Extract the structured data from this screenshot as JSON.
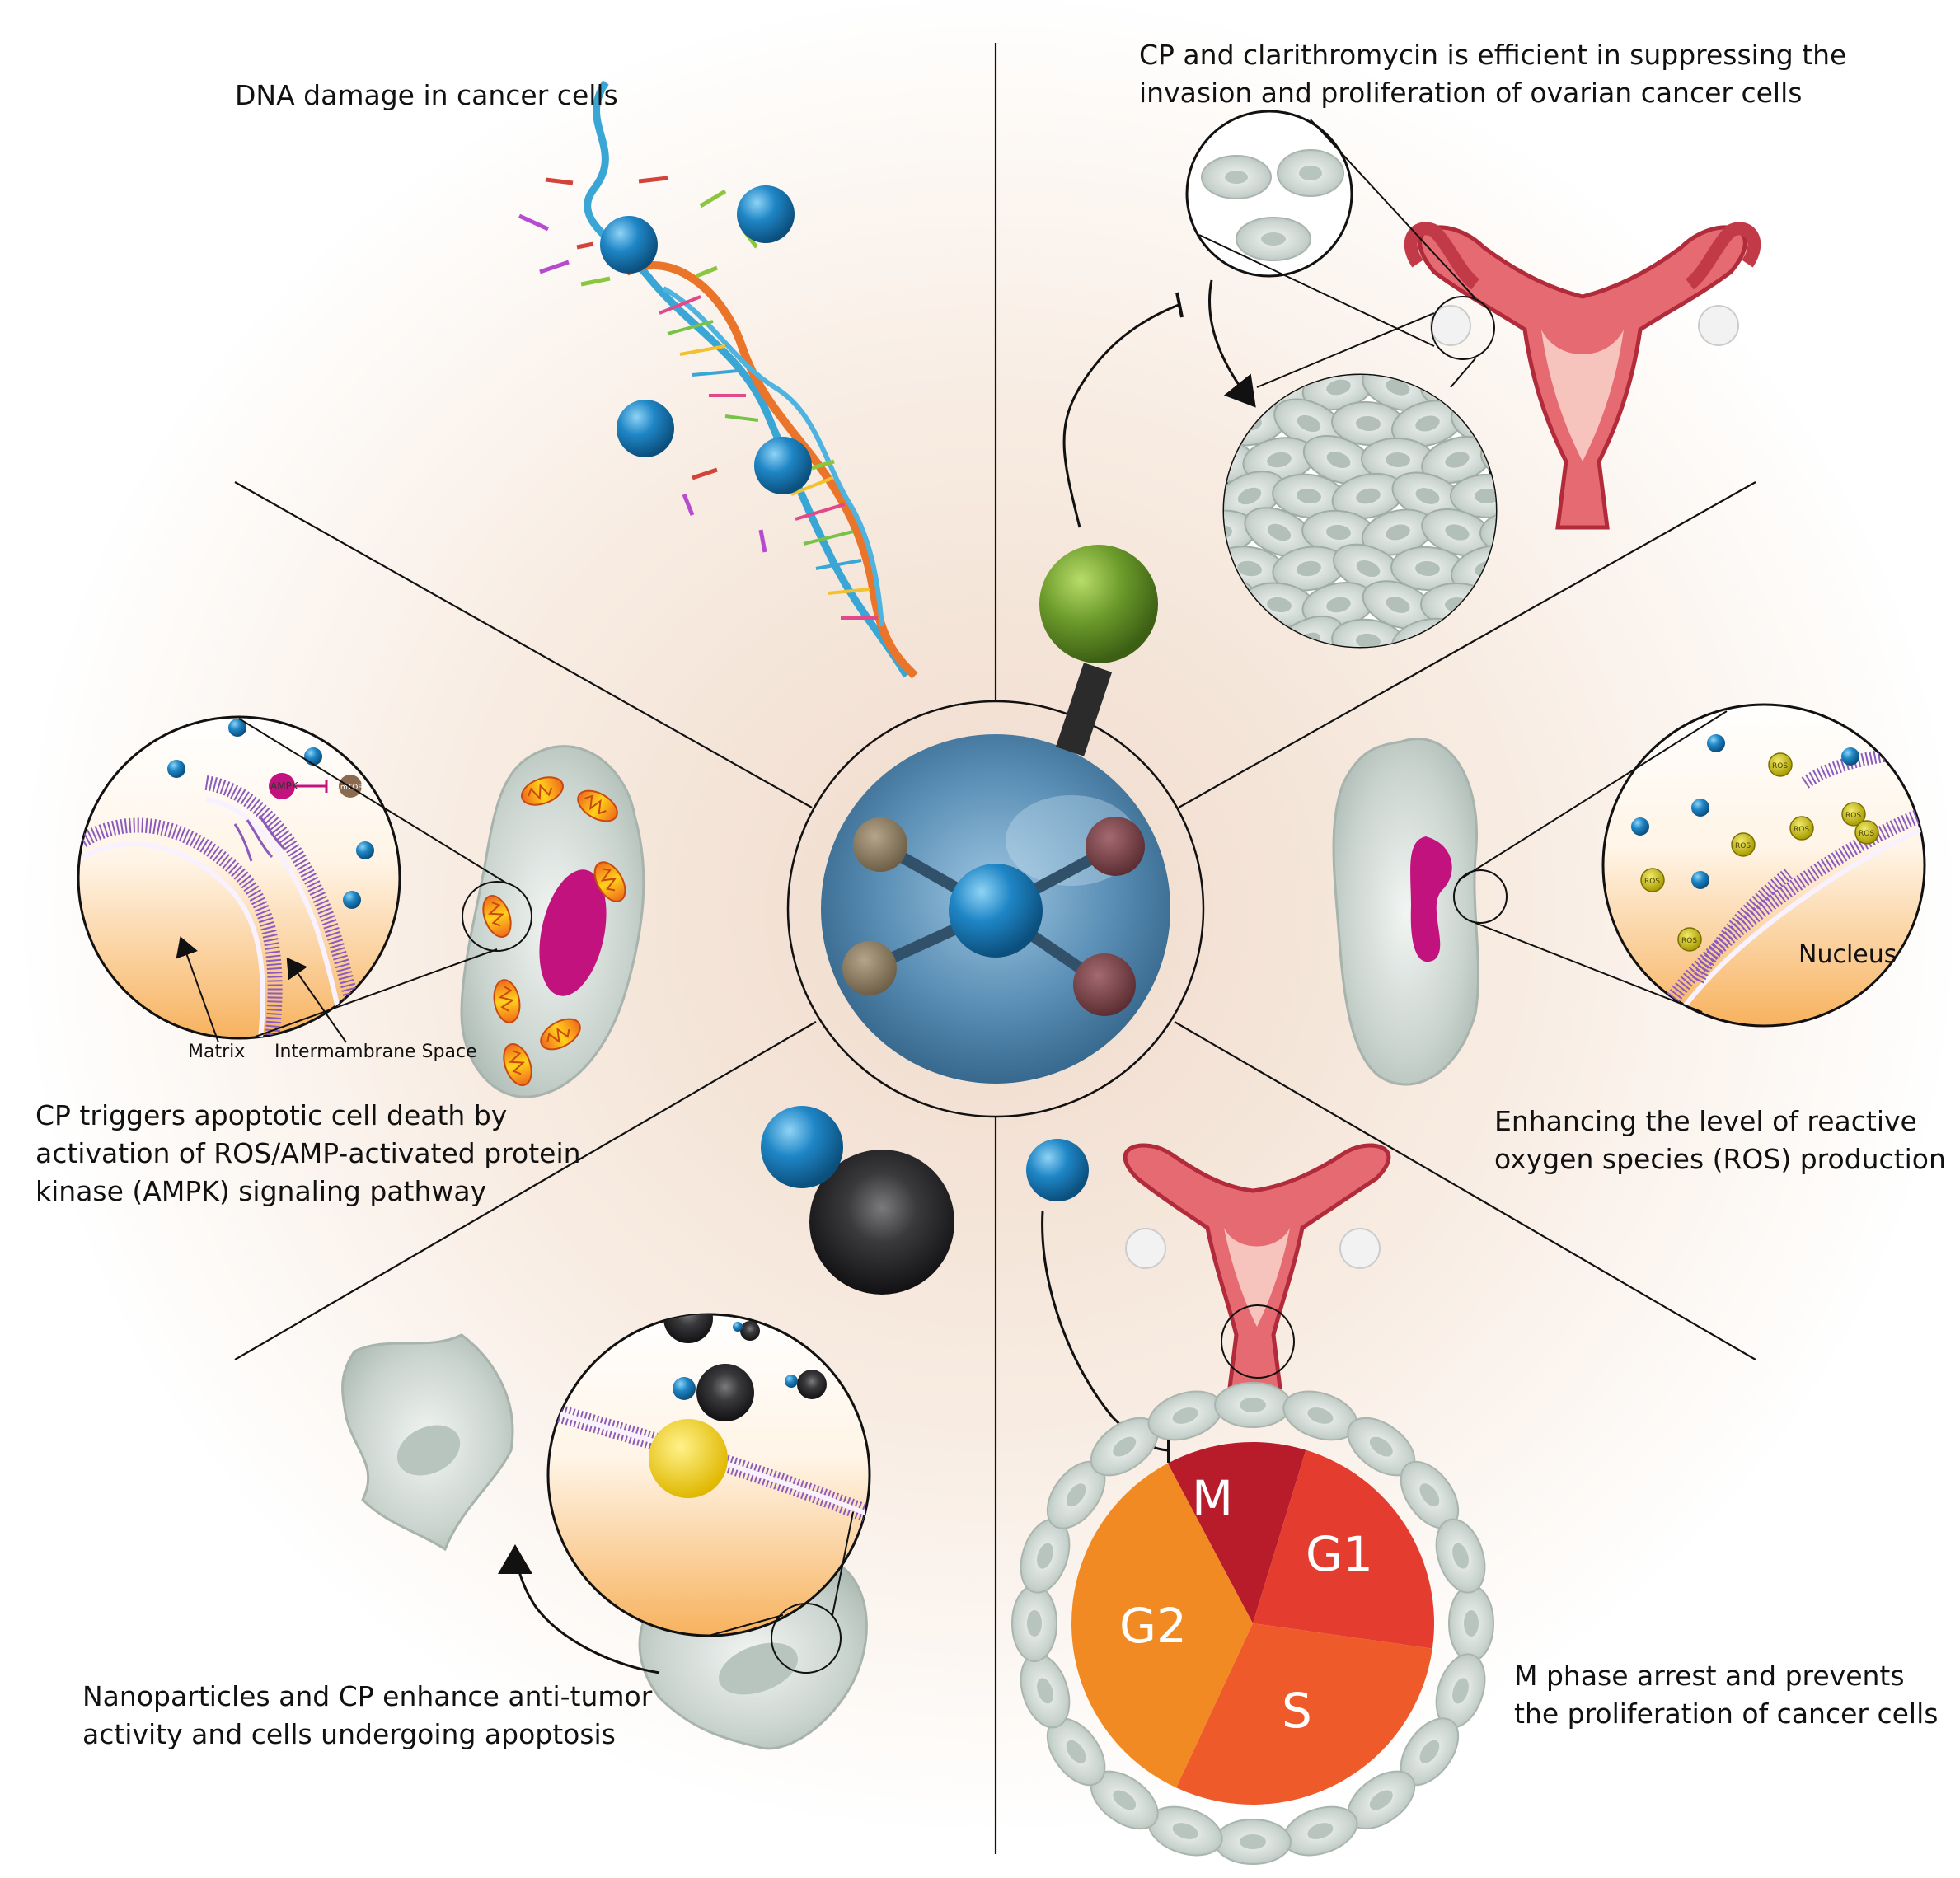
{
  "captions": {
    "dna_damage": "DNA damage in cancer cells",
    "clarithro_line1": "CP and clarithromycin is efficient in suppressing the",
    "clarithro_line2": "invasion and proliferation of ovarian cancer cells",
    "apoptosis_line1": "CP triggers apoptotic cell death by",
    "apoptosis_line2": "activation of ROS/AMP-activated protein",
    "apoptosis_line3": "kinase (AMPK) signaling pathway",
    "ros_line1": "Enhancing the level of reactive",
    "ros_line2": "oxygen species (ROS) production",
    "nano_line1": "Nanoparticles and CP  enhance anti-tumor",
    "nano_line2": "activity and cells undergoing apoptosis",
    "mphase_line1": "M phase arrest and prevents",
    "mphase_line2": "the proliferation of  cancer cells"
  },
  "mito_inset": {
    "matrix": "Matrix",
    "intermembrane": "Intermambrane Space",
    "ampk": "AMPK",
    "mtor": "mTOR"
  },
  "ros_inset": {
    "nucleus": "Nucleus",
    "ros": "ROS"
  },
  "cell_cycle": {
    "phases": [
      {
        "label": "M",
        "color": "#b81c2b"
      },
      {
        "label": "G1",
        "color": "#e43d30"
      },
      {
        "label": "S",
        "color": "#ef5a2a"
      },
      {
        "label": "G2",
        "color": "#f28a23"
      }
    ]
  },
  "colors": {
    "blue_sphere": "#1e7fbf",
    "green_sphere": "#6a9a2a",
    "dark_sphere": "#2c2c2e",
    "membrane": "#8a5bbd",
    "nucleus": "#c2127e",
    "uterus": "#d9414e"
  }
}
